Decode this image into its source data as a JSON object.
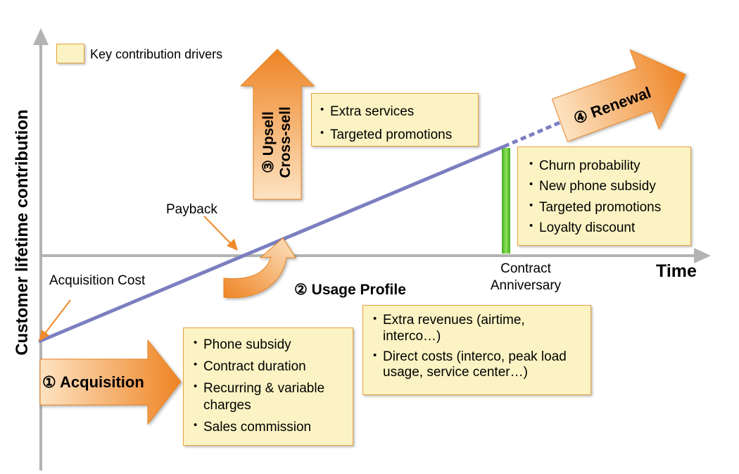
{
  "legend": {
    "label": "Key contribution drivers"
  },
  "axes": {
    "y_title": "Customer lifetime contribution",
    "x_title": "Time"
  },
  "annotations": {
    "payback": "Payback",
    "acquisition_cost": "Acquisition Cost",
    "contract_anniversary_line1": "Contract",
    "contract_anniversary_line2": "Anniversary"
  },
  "stages": {
    "acquisition": {
      "label": "① Acquisition",
      "drivers": [
        "Phone subsidy",
        "Contract duration",
        "Recurring & variable charges",
        "Sales commission"
      ]
    },
    "usage": {
      "label": "② Usage Profile",
      "drivers": [
        "Extra revenues (airtime, interco…)",
        "Direct costs (interco, peak load usage, service center…)"
      ]
    },
    "upsell": {
      "label_line1": "③ Upsell",
      "label_line2": "Cross-sell",
      "drivers": [
        "Extra services",
        "Targeted promotions"
      ]
    },
    "renewal": {
      "label": "④ Renewal",
      "drivers": [
        "Churn probability",
        "New phone subsidy",
        "Targeted promotions",
        "Loyalty discount"
      ]
    }
  },
  "colors": {
    "axis": "#b3b3b3",
    "contribution_line": "#7b7fc0",
    "arrow_orange": "#f08a2a",
    "box_fill": "#fbf3c3",
    "anniversary_bar": "#6cc83a"
  }
}
